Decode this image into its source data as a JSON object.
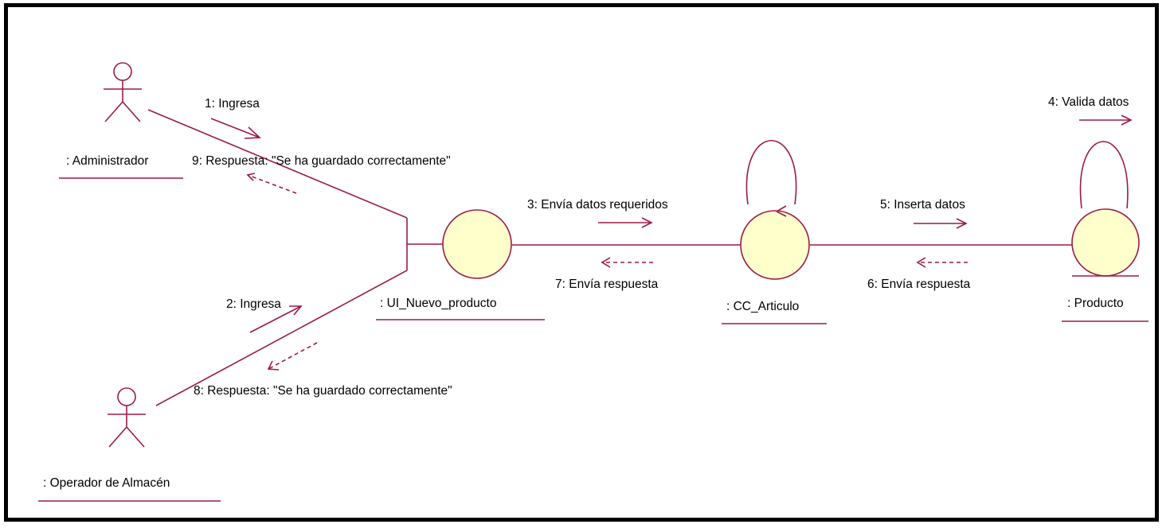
{
  "colors": {
    "stroke": "#9b1b47",
    "fill": "#ffffcc",
    "text": "#000000",
    "border": "#000000"
  },
  "actors": {
    "administrador": ": Administrador",
    "operador": ": Operador de Almacén"
  },
  "objects": {
    "boundary": ": UI_Nuevo_producto",
    "control": ": CC_Articulo",
    "entity": ": Producto"
  },
  "messages": {
    "m1": "1: Ingresa",
    "m2": "2: Ingresa",
    "m3": "3: Envía datos requeridos",
    "m4": "4: Valida datos",
    "m5": "5: Inserta datos",
    "m6": "6: Envía respuesta",
    "m7": "7: Envía respuesta",
    "m8": "8: Respuesta: \"Se ha guardado correctamente\"",
    "m9": "9: Respuesta: \"Se ha guardado correctamente\""
  }
}
